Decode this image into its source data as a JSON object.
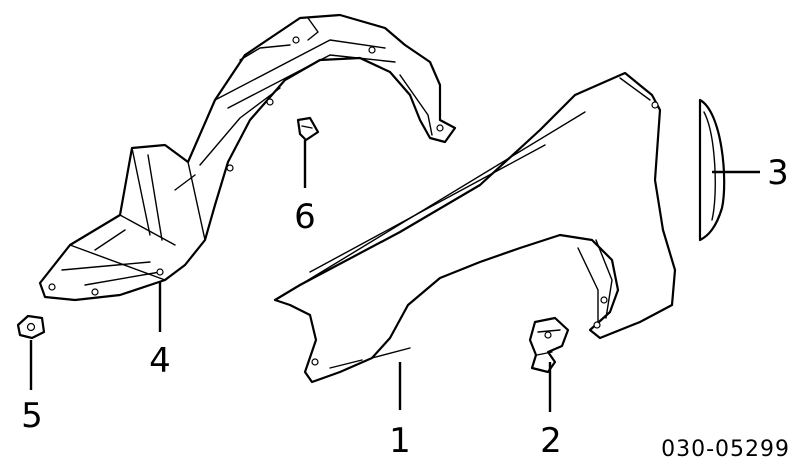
{
  "diagram": {
    "callouts": [
      {
        "id": "callout-1",
        "label": "1"
      },
      {
        "id": "callout-2",
        "label": "2"
      },
      {
        "id": "callout-3",
        "label": "3"
      },
      {
        "id": "callout-4",
        "label": "4"
      },
      {
        "id": "callout-5",
        "label": "5"
      },
      {
        "id": "callout-6",
        "label": "6"
      }
    ],
    "drawing_code": "030-05299",
    "line_color": "#000000",
    "background_color": "#ffffff"
  }
}
